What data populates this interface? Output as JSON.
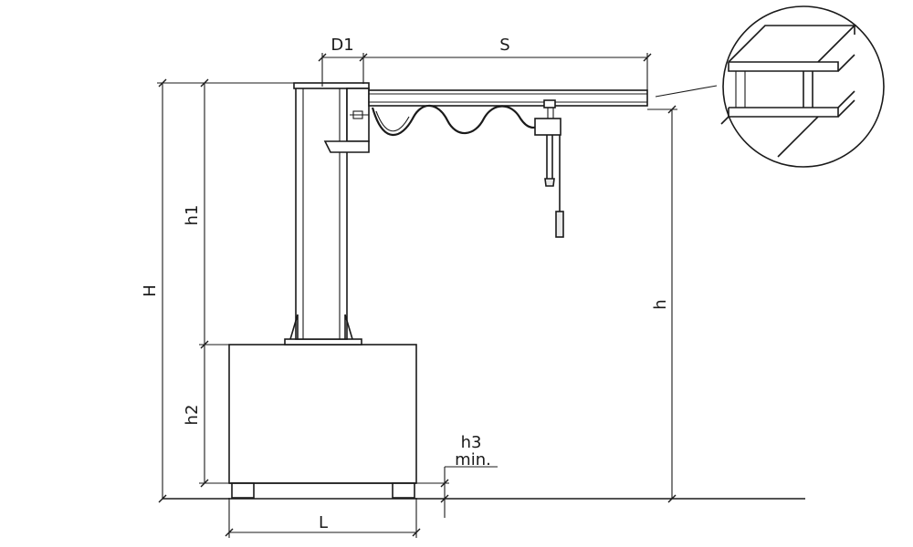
{
  "labels": {
    "d1": "D1",
    "s": "S",
    "h_total": "H",
    "h1": "h1",
    "h2": "h2",
    "h": "h",
    "h3": "h3",
    "min": "min.",
    "l": "L"
  },
  "icons": {
    "detail": "i-beam-profile-detail"
  }
}
